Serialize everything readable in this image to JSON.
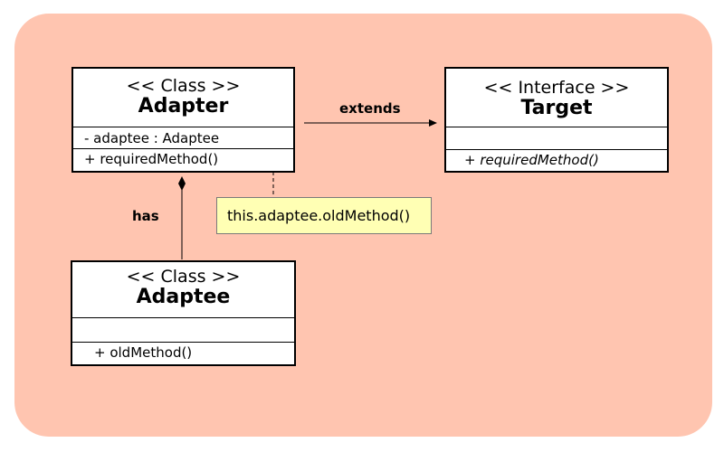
{
  "diagram": {
    "adapter": {
      "stereotype": "<< Class >>",
      "name": "Adapter",
      "attribute": "- adaptee : Adaptee",
      "method": "+ requiredMethod()"
    },
    "target": {
      "stereotype": "<< Interface >>",
      "name": "Target",
      "attribute": "",
      "method": "+ requiredMethod()"
    },
    "adaptee": {
      "stereotype": "<< Class >>",
      "name": "Adaptee",
      "attribute": "",
      "method": "+ oldMethod()"
    },
    "note": {
      "text": "this.adaptee.oldMethod()"
    },
    "relations": {
      "extends_label": "extends",
      "has_label": "has"
    },
    "colors": {
      "background_panel": "#ffc5b0",
      "note_fill": "#ffffb4",
      "class_fill": "#ffffff",
      "line": "#000000"
    }
  }
}
